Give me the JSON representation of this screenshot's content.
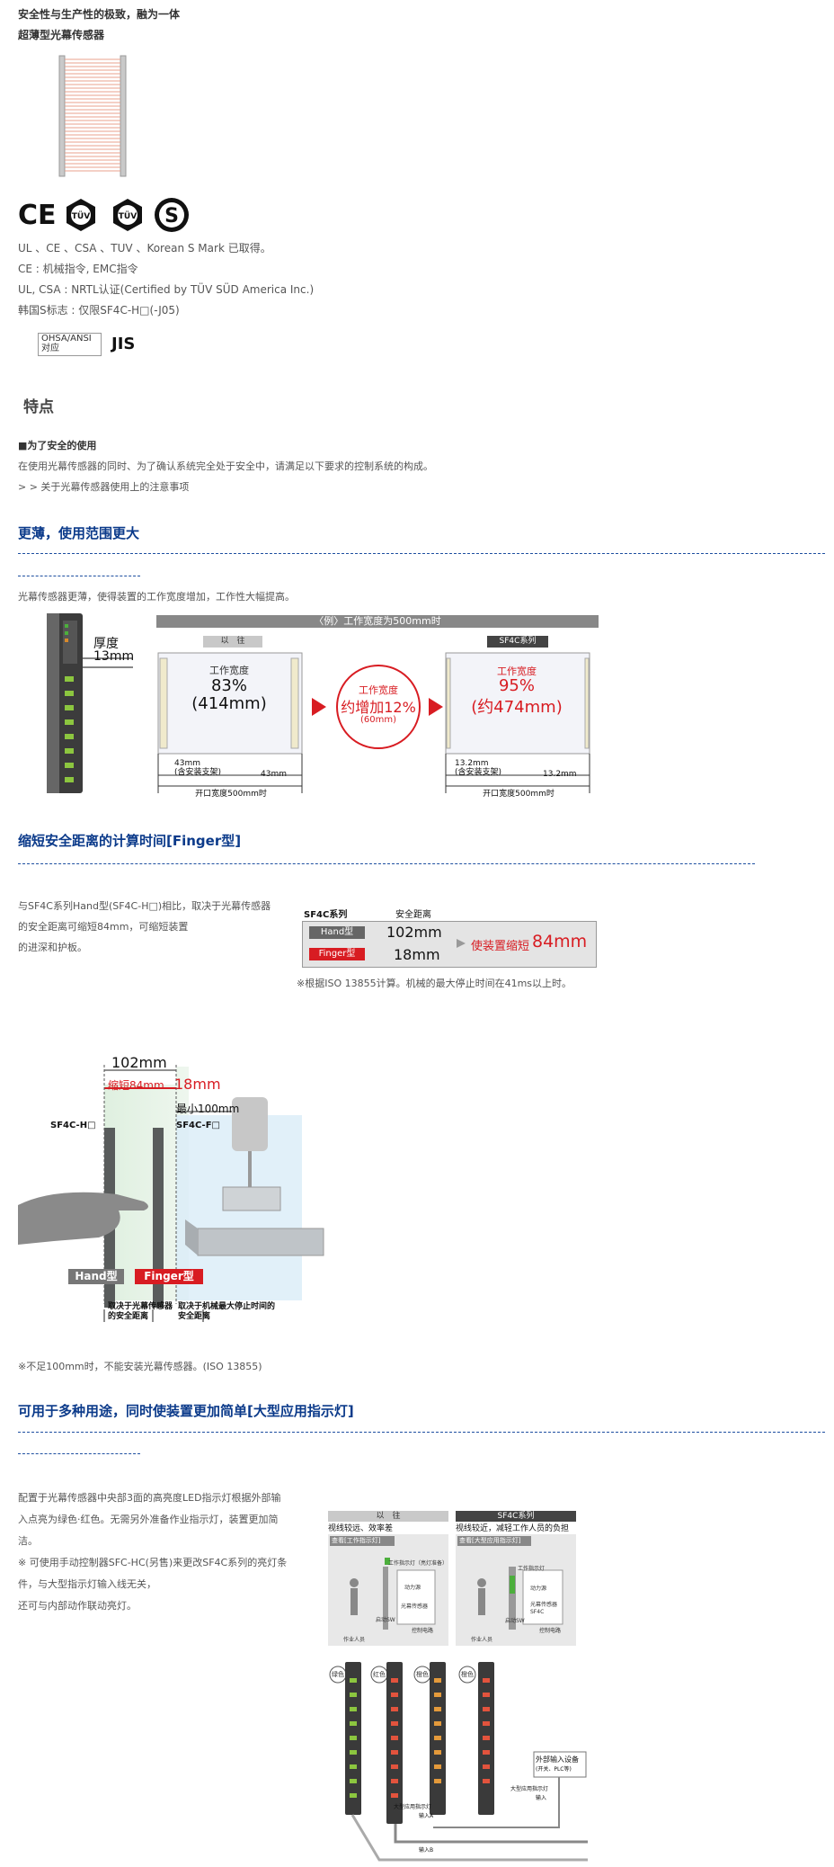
{
  "top": {
    "tagline": "安全性与生产性的极致，融为一体",
    "product": "超薄型光幕传感器"
  },
  "certs": {
    "icons": [
      "ce-mark-icon",
      "tuv-icon",
      "tuv-icon",
      "korean-s-mark-icon"
    ],
    "ce_text": "CE",
    "tuv_text": "TÜV",
    "lines": [
      "UL 、CE 、CSA 、TUV 、Korean S Mark 已取得。",
      "CE : 机械指令, EMC指令",
      "UL, CSA : NRTL认证(Certified by TÜV SÜD America Inc.)",
      "韩国S标志 : 仅限SF4C-H□(-J05)"
    ],
    "ohsa_line1": "OHSA/ANSI",
    "ohsa_line2": "对应",
    "jis": "JIS"
  },
  "features": {
    "title": "特点",
    "safe_use_title": "■为了安全的使用",
    "safe_use_text": "在使用光幕传感器的同时、为了确认系统完全处于安全中，请满足以下要求的控制系统的构成。",
    "safe_use_link": "> > 关于光幕传感器使用上的注意事项"
  },
  "section1": {
    "heading": "更薄，使用范围更大",
    "intro": "光幕传感器更薄，使得装置的工作宽度增加，工作性大幅提高。",
    "thickness_label": "厚度",
    "thickness_value": "13mm",
    "banner": "〈例〉工作宽度为500mm时",
    "old_label": "以　往",
    "new_label": "SF4C系列",
    "old_width_title": "工作宽度",
    "old_width_pct": "83%",
    "old_width_mm": "(414mm)",
    "new_width_title": "工作宽度",
    "new_width_pct": "95%",
    "new_width_mm": "(约474mm)",
    "increase_title": "工作宽度",
    "increase_value": "约增加12%",
    "increase_mm": "(60mm)",
    "old_left_mm": "43mm",
    "old_left_note": "(含安装支架)",
    "old_right_mm": "43mm",
    "old_bottom": "开口宽度500mm时",
    "new_left_mm": "13.2mm",
    "new_left_note": "(含安装支架)",
    "new_right_mm": "13.2mm",
    "new_bottom": "开口宽度500mm时"
  },
  "section2": {
    "heading": "缩短安全距离的计算时间[Finger型]",
    "text_lines": [
      "与SF4C系列Hand型(SF4C-H□)相比，取决于光幕传感器",
      "的安全距离可缩短84mm，可缩短装置",
      "的进深和护板。"
    ],
    "table_series": "SF4C系列",
    "table_distance": "安全距离",
    "hand_label": "Hand型",
    "hand_value": "102mm",
    "finger_label": "Finger型",
    "finger_value": "18mm",
    "shorten_text": "使装置缩短",
    "shorten_value": "84mm",
    "note": "※根据ISO 13855计算。机械的最大停止时间在41ms以上时。",
    "fig_102": "102mm",
    "fig_shorten": "缩短84mm",
    "fig_18": "18mm",
    "fig_min": "最小100mm",
    "fig_h": "SF4C-H□",
    "fig_f": "SF4C-F□",
    "fig_hand": "Hand型",
    "fig_finger": "Finger型",
    "fig_note_left": "取决于光幕传感器的安全距离",
    "fig_note_right": "取决于机械最大停止时间的安全距离",
    "footnote": "※不足100mm时，不能安装光幕传感器。(ISO 13855)"
  },
  "section3": {
    "heading": "可用于多种用途，同时使装置更加简单[大型应用指示灯]",
    "text_lines": [
      "配置于光幕传感器中央部3面的高亮度LED指示灯根据外部输",
      "入点亮为绿色·红色。无需另外准备作业指示灯，装置更加简",
      "洁。",
      "※ 可使用手动控制器SFC-HC(另售)来更改SF4C系列的亮灯条",
      "件，与大型指示灯输入线无关，",
      "还可与内部动作联动亮灯。"
    ],
    "old_label": "以　往",
    "old_sub": "视线较远、效率差",
    "old_tag": "查看[工作指示灯]",
    "old_lamp": "工作指示灯（亮灯准备）",
    "old_power": "动力源",
    "old_sensor": "光幕传感器",
    "old_start": "启动SW",
    "old_ctrl": "控制电路",
    "old_worker": "作业人员",
    "new_label": "SF4C系列",
    "new_sub": "视线较近，减轻工作人员的负担",
    "new_tag": "查看[大型应用指示灯]",
    "new_lamp": "工作指示灯",
    "new_power": "动力源",
    "new_sensor": "光幕传感器 SF4C",
    "new_start": "启动SW",
    "new_ctrl": "控制电路",
    "new_worker": "作业人员",
    "led_green": "绿色",
    "led_red": "红色",
    "led_orange": "橙色",
    "led_orange2": "橙色",
    "ext_device": "外部输入设备",
    "ext_sub": "(开关、PLC等)",
    "ext_line": "大型应用指示灯",
    "input_a": "输入A",
    "input_b": "输入A",
    "input_c": "输入B",
    "lamp_label": "大型应用指示灯",
    "input_label": "输入"
  }
}
